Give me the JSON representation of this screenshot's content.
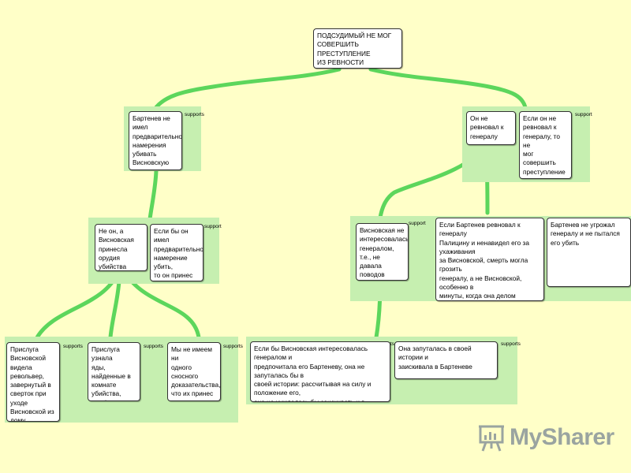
{
  "diagram": {
    "root": "ПОДСУДИМЫЙ НЕ МОГ\nСОВЕРШИТЬ ПРЕСТУПЛЕНИЕ\nИЗ РЕВНОСТИ",
    "g1": {
      "tag": "supports",
      "nodes": [
        "Бартенев не имел\nпредварительного\nнамерения\nубивать\nВисновскую"
      ]
    },
    "g2": {
      "tag": "support",
      "nodes": [
        "Он не ревновал к\nгенералу",
        "Если он не\nревновал к\nгенералу, то не\nмог совершить\nпреступление из\nревности"
      ]
    },
    "g3": {
      "tag": "support",
      "nodes": [
        "Не он, а\nВисновская\nпринесла орудия\nубийства",
        "Если бы он имел\nпредварительное\nнамерение убить,\nто он принес бы\nорудия убийства"
      ]
    },
    "g4": {
      "tag": "support",
      "nodes": [
        "Висновская не\nинтересовалась\nгенералом, т.е., не\nдавала поводов\nдля ревности",
        "Если Бартенев ревновал к генералу\nПалицину и ненавидел его за ухаживания\nза Висновской, смерть могла грозить\nгенералу, а не Висновской, особенно в\nминуты, когда она делом доказывала\nравнодушие к генералу, если он на\nсамом деле ею интересовался",
        "Бартенев не угрожал\nгенералу и не пытался\nего убить"
      ]
    },
    "g5": {
      "tag": "supports",
      "nodes": [
        "Прислуга\nВисновской\nвидела револьвер,\nзавернутый в\nсверток при уходе\nВисновской из\nдому",
        "Прислуга узнала\nяды, найденные в\nкомнате убийства,\nкак бывшие в\nруках Висновской",
        "Мы не имеем ни\nодного сносного\nдоказательства,\nчто их принес\nБартенев"
      ]
    },
    "g6": {
      "tag": "supports",
      "nodes": [
        "Если бы Висновская интересовалась генералом и\nпредпочитала его Бартеневу, она не запуталась бы в\nсвоей истории: рассчитывая на силу и положение его,\nона не нуждалась бы заискивать и в Бартеневе",
        "Она запуталась в своей истории и\nзаискивала в Бартеневе"
      ]
    }
  },
  "colors": {
    "background": "#ffffc8",
    "panel": "#c6efb0",
    "connector": "#5cd65c",
    "logo": "#9aa4a0"
  },
  "logo": {
    "text": "MySharer",
    "icon": "presentation-board-icon"
  }
}
